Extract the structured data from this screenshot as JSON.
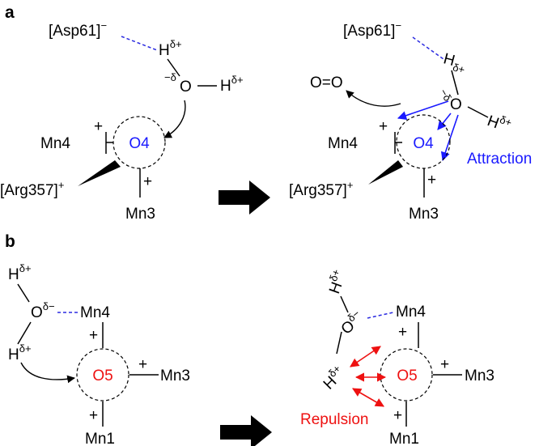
{
  "panels": {
    "a": {
      "label": "a",
      "left": {
        "asp": "[Asp61]",
        "asp_charge": "−",
        "h_top": "H",
        "h_top_sup": "δ+",
        "o_pre": "−δ",
        "o": "O",
        "h_right": "H",
        "h_right_sup": "δ+",
        "plus_mn4": "+",
        "mn4": "Mn4",
        "o4": "O4",
        "arg": "[Arg357]",
        "arg_charge": "+",
        "plus_mn3": "+",
        "mn3": "Mn3"
      },
      "right": {
        "asp": "[Asp61]",
        "asp_charge": "−",
        "h_top": "H",
        "h_top_sup": "δ+",
        "o2": "O=O",
        "o_pre": "−δ",
        "o": "O",
        "h_right": "H",
        "h_right_sup": "δ+",
        "plus_mn4": "+",
        "mn4": "Mn4",
        "o4": "O4",
        "attraction": "Attraction",
        "arg": "[Arg357]",
        "arg_charge": "+",
        "plus_mn3": "+",
        "mn3": "Mn3"
      }
    },
    "b": {
      "label": "b",
      "left": {
        "h_top": "H",
        "h_top_sup": "δ+",
        "o": "O",
        "o_sup": "δ−",
        "mn4": "Mn4",
        "plus_mn4": "+",
        "h_bottom": "H",
        "h_bottom_sup": "δ+",
        "o5": "O5",
        "plus_mn3": "+",
        "mn3": "Mn3",
        "plus_mn1": "+",
        "mn1": "Mn1"
      },
      "right": {
        "h_top": "H",
        "h_top_sup": "δ+",
        "o": "O",
        "o_sup": "δ−",
        "mn4": "Mn4",
        "plus_mn4": "+",
        "h_mid": "H",
        "h_mid_sup": "δ+",
        "o5": "O5",
        "plus_mn3": "+",
        "mn3": "Mn3",
        "repulsion": "Repulsion",
        "plus_mn1": "+",
        "mn1": "Mn1"
      }
    }
  },
  "colors": {
    "text": "#000000",
    "blue": "#1a1aff",
    "red": "#ee1111",
    "dashed_bond": "#2a2ae0"
  }
}
